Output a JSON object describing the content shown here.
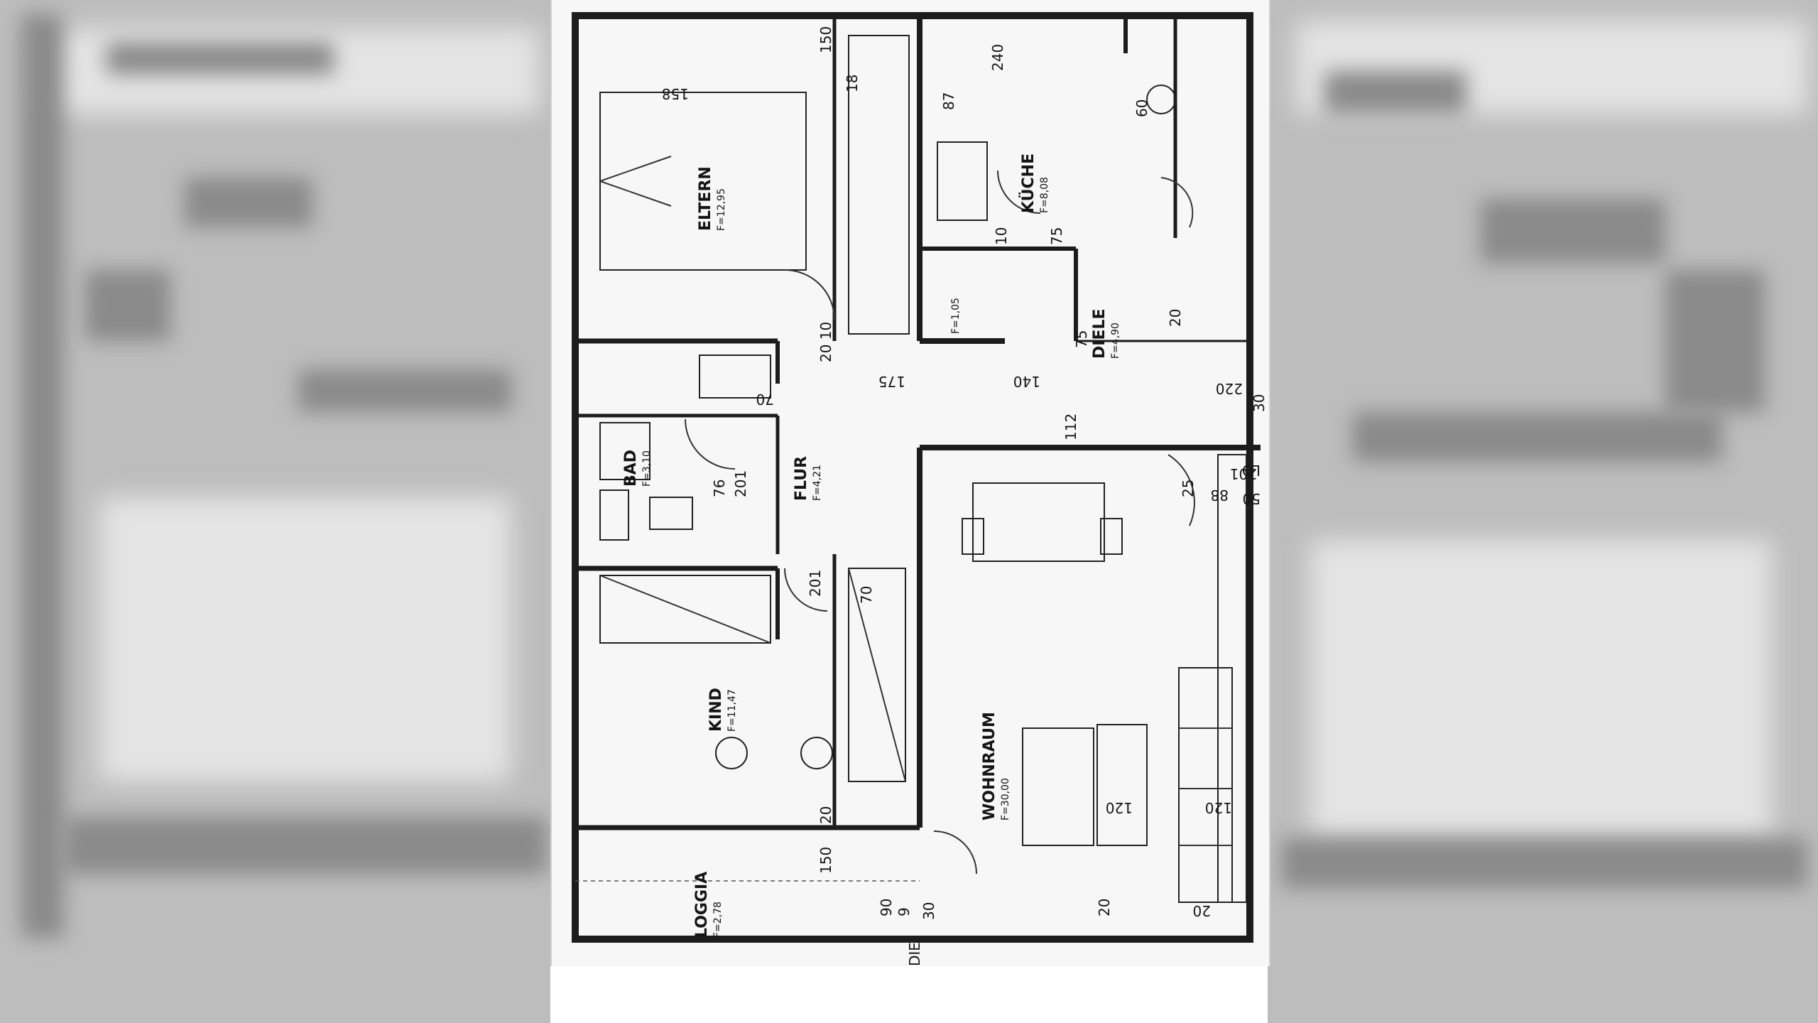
{
  "rooms": {
    "eltern": {
      "name": "ELTERN",
      "area": "F=12,95"
    },
    "kueche": {
      "name": "KÜCHE",
      "area": "F=8,08"
    },
    "bad": {
      "name": "BAD",
      "area": "F=3,10"
    },
    "flur": {
      "name": "FLUR",
      "area": "F=4,21"
    },
    "diele": {
      "name": "DIELE",
      "area": "F=4,90"
    },
    "kind": {
      "name": "KIND",
      "area": "F=11,47"
    },
    "wohnraum": {
      "name": "WOHNRAUM",
      "area": "F=30,00"
    },
    "loggia": {
      "name": "LOGGIA",
      "area": "F=2,78"
    },
    "abstell": {
      "area": "F=1,05"
    }
  },
  "dimensions": {
    "d150a": "150",
    "d18": "18",
    "d240": "240",
    "d158": "158",
    "d87": "87",
    "d60": "60",
    "d10": "10",
    "d75": "75",
    "d20": "20",
    "d2010": "20 10",
    "d70": "70",
    "d175": "175",
    "d140": "140",
    "d220": "220",
    "d112": "112",
    "d201": "201",
    "d88": "88",
    "d50": "50",
    "d120a": "120",
    "d120b": "120",
    "d150b": "150",
    "d30": "30",
    "d90": "90",
    "d9": "9",
    "d76": "76",
    "d2000": "20",
    "d200": "20",
    "d25": "25",
    "lo": "LO",
    "die": "DIE"
  }
}
